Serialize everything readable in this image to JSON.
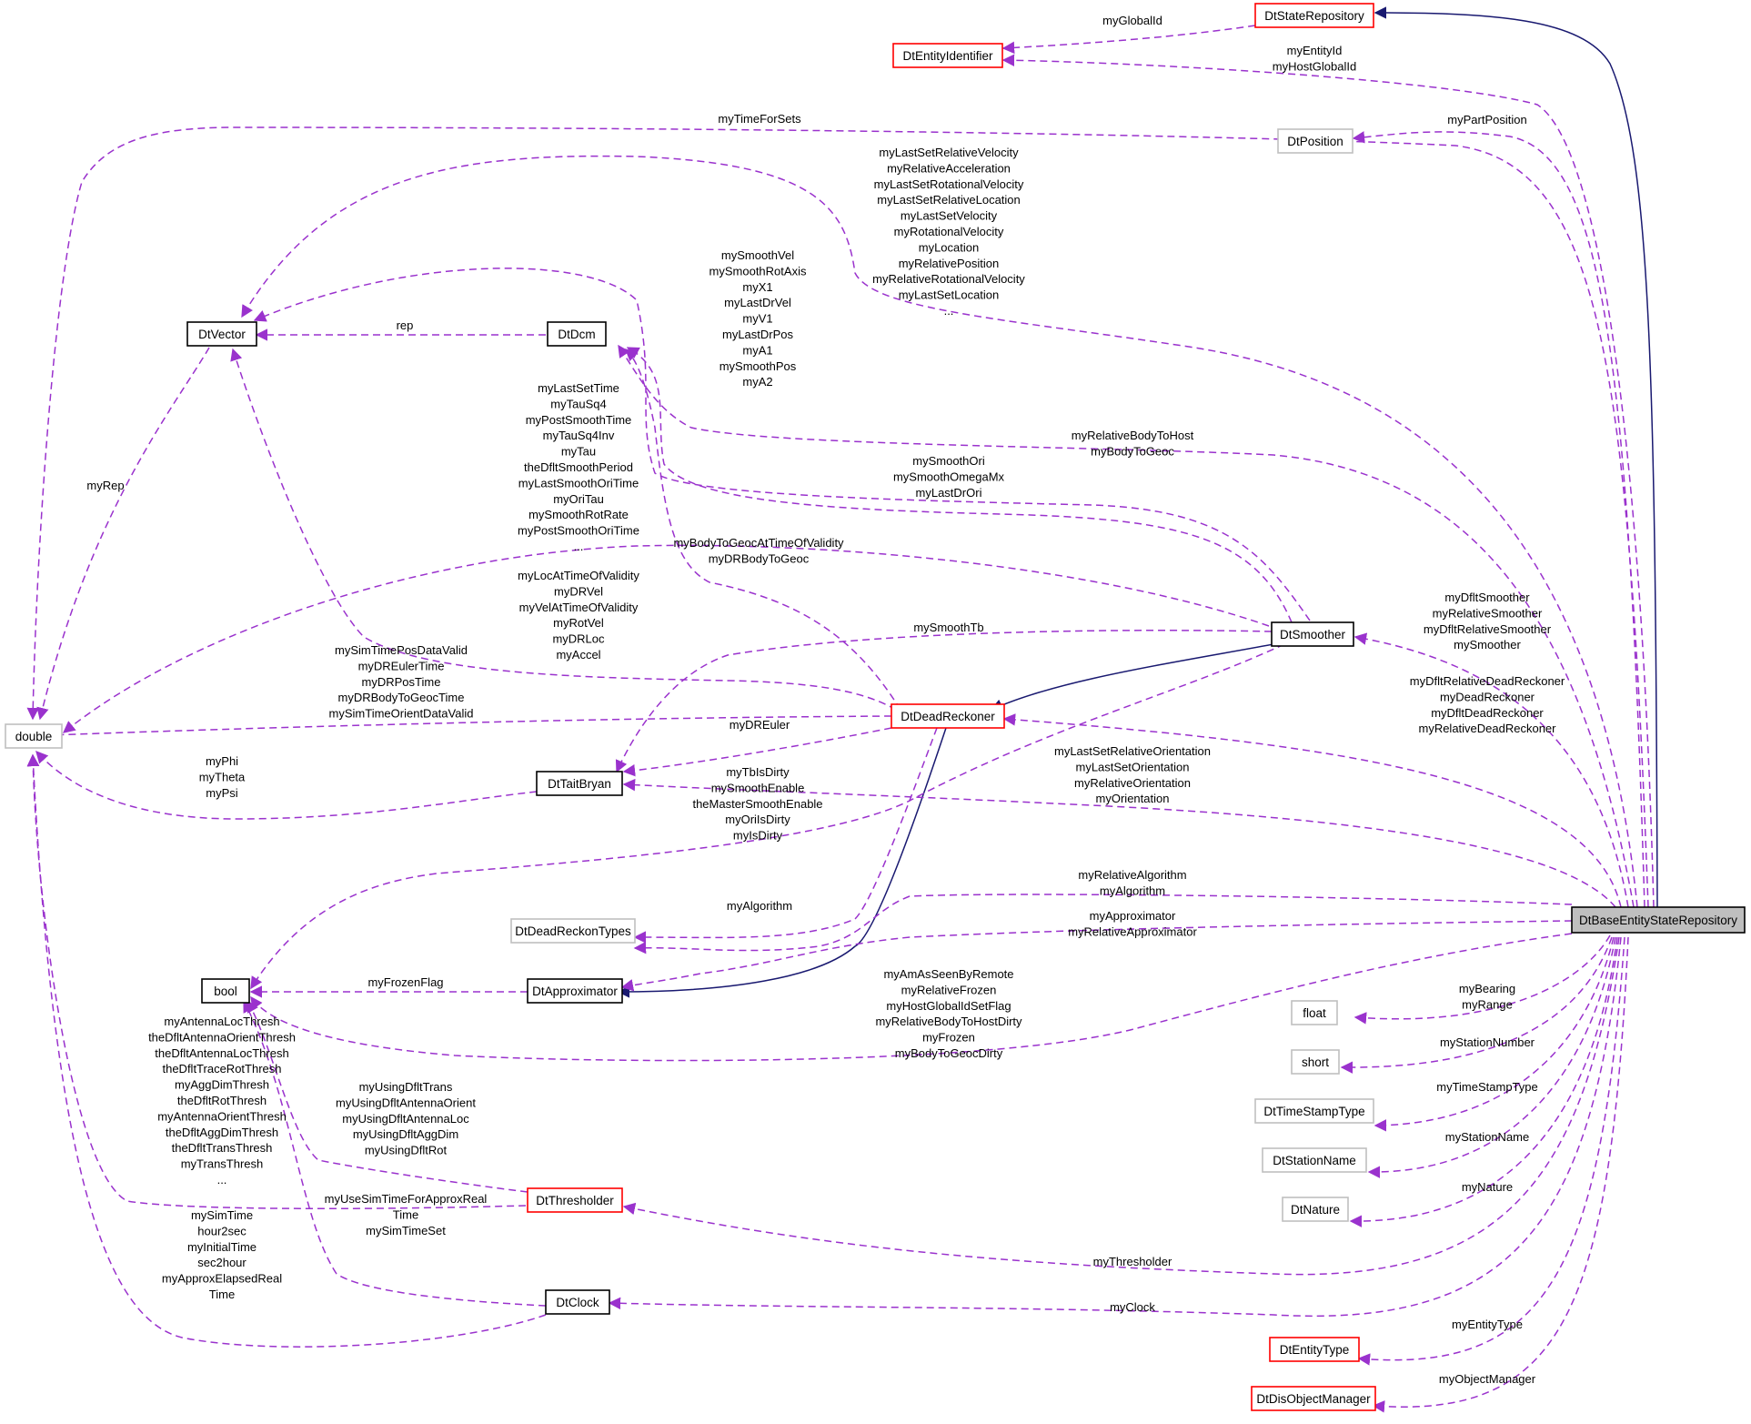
{
  "nodes": {
    "DtStateRepository": "DtStateRepository",
    "DtEntityIdentifier": "DtEntityIdentifier",
    "DtPosition": "DtPosition",
    "DtVector": "DtVector",
    "DtDcm": "DtDcm",
    "double": "double",
    "DtSmoother": "DtSmoother",
    "DtDeadReckoner": "DtDeadReckoner",
    "DtTaitBryan": "DtTaitBryan",
    "DtDeadReckonTypes": "DtDeadReckonTypes",
    "bool": "bool",
    "DtApproximator": "DtApproximator",
    "DtBaseEntityStateRepository": "DtBaseEntityStateRepository",
    "float": "float",
    "short": "short",
    "DtTimeStampType": "DtTimeStampType",
    "DtStationName": "DtStationName",
    "DtNature": "DtNature",
    "DtThresholder": "DtThresholder",
    "DtClock": "DtClock",
    "DtEntityType": "DtEntityType",
    "DtDisObjectManager": "DtDisObjectManager"
  },
  "labels": {
    "myGlobalId": [
      "myGlobalId"
    ],
    "myEntityId": [
      "myEntityId",
      "myHostGlobalId"
    ],
    "myTimeForSets": [
      "myTimeForSets"
    ],
    "myPartPosition": [
      "myPartPosition"
    ],
    "vectors": [
      "myLastSetRelativeVelocity",
      "myRelativeAcceleration",
      "myLastSetRotationalVelocity",
      "myLastSetRelativeLocation",
      "myLastSetVelocity",
      "myRotationalVelocity",
      "myLocation",
      "myRelativePosition",
      "myRelativeRotationalVelocity",
      "myLastSetLocation",
      "..."
    ],
    "smoothVectors": [
      "mySmoothVel",
      "mySmoothRotAxis",
      "myX1",
      "myLastDrVel",
      "myV1",
      "myLastDrPos",
      "myA1",
      "mySmoothPos",
      "myA2"
    ],
    "rep": [
      "rep"
    ],
    "myRep": [
      "myRep"
    ],
    "smootherDoubles": [
      "myLastSetTime",
      "myTauSq4",
      "myPostSmoothTime",
      "myTauSq4Inv",
      "myTau",
      "theDfltSmoothPeriod",
      "myLastSmoothOriTime",
      "myOriTau",
      "mySmoothRotRate",
      "myPostSmoothOriTime",
      "..."
    ],
    "relBodyToHost": [
      "myRelativeBodyToHost",
      "myBodyToGeoc"
    ],
    "smoothOri": [
      "mySmoothOri",
      "mySmoothOmegaMx",
      "myLastDrOri"
    ],
    "bodyToGeocAtTime": [
      "myBodyToGeocAtTimeOfValidity",
      "myDRBodyToGeoc"
    ],
    "locAtTime": [
      "myLocAtTimeOfValidity",
      "myDRVel",
      "myVelAtTimeOfValidity",
      "myRotVel",
      "myDRLoc",
      "myAccel"
    ],
    "smoothers": [
      "myDfltSmoother",
      "myRelativeSmoother",
      "myDfltRelativeSmoother",
      "mySmoother"
    ],
    "mySmoothTb": [
      "mySmoothTb"
    ],
    "drDoubles": [
      "mySimTimePosDataValid",
      "myDREulerTime",
      "myDRPosTime",
      "myDRBodyToGeocTime",
      "mySimTimeOrientDataValid"
    ],
    "reckoners": [
      "myDfltRelativeDeadReckoner",
      "myDeadReckoner",
      "myDfltDeadReckoner",
      "myRelativeDeadReckoner"
    ],
    "myDREuler": [
      "myDREuler"
    ],
    "angles": [
      "myPhi",
      "myTheta",
      "myPsi"
    ],
    "orientations": [
      "myLastSetRelativeOrientation",
      "myLastSetOrientation",
      "myRelativeOrientation",
      "myOrientation"
    ],
    "smootherBools": [
      "myTbIsDirty",
      "mySmoothEnable",
      "theMasterSmoothEnable",
      "myOriIsDirty",
      "myIsDirty"
    ],
    "algorithms": [
      "myRelativeAlgorithm",
      "myAlgorithm"
    ],
    "drAlgorithm": [
      "myAlgorithm"
    ],
    "approximators": [
      "myApproximator",
      "myRelativeApproximator"
    ],
    "myFrozenFlag": [
      "myFrozenFlag"
    ],
    "baseBools": [
      "myAmAsSeenByRemote",
      "myRelativeFrozen",
      "myHostGlobalIdSetFlag",
      "myRelativeBodyToHostDirty",
      "myFrozen",
      "myBodyToGeocDirty"
    ],
    "floats": [
      "myBearing",
      "myRange"
    ],
    "myStationNumber": [
      "myStationNumber"
    ],
    "myTimeStampType": [
      "myTimeStampType"
    ],
    "myStationName": [
      "myStationName"
    ],
    "myNature": [
      "myNature"
    ],
    "threshDoubles": [
      "myAntennaLocThresh",
      "theDfltAntennaOrientThresh",
      "theDfltAntennaLocThresh",
      "theDfltTraceRotThresh",
      "myAggDimThresh",
      "theDfltRotThresh",
      "myAntennaOrientThresh",
      "theDfltAggDimThresh",
      "theDfltTransThresh",
      "myTransThresh",
      "..."
    ],
    "threshBools": [
      "myUsingDfltTrans",
      "myUsingDfltAntennaOrient",
      "myUsingDfltAntennaLoc",
      "myUsingDfltAggDim",
      "myUsingDfltRot"
    ],
    "threshSimTime": [
      "myUseSimTimeForApproxReal",
      "Time",
      "mySimTimeSet"
    ],
    "clockDoubles": [
      "mySimTime",
      "hour2sec",
      "myInitialTime",
      "sec2hour",
      "myApproxElapsedReal",
      "Time"
    ],
    "myThresholder": [
      "myThresholder"
    ],
    "myClock": [
      "myClock"
    ],
    "myEntityType": [
      "myEntityType"
    ],
    "myObjectManager": [
      "myObjectManager"
    ]
  },
  "colors": {
    "association": "#9a32cd",
    "inheritance": "#191970",
    "node_border_red": "#ff0000",
    "node_border_gray": "#bfbfbf",
    "node_selected_fill": "#bfbfbf"
  }
}
